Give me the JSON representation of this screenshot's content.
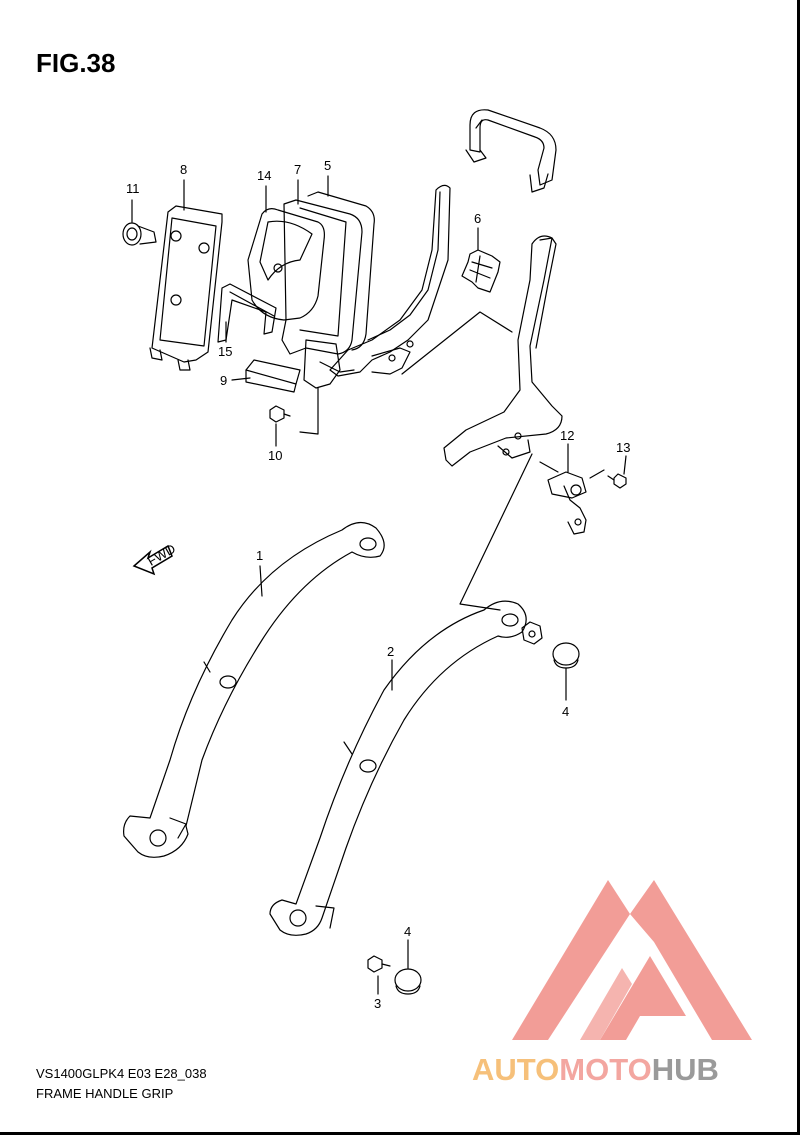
{
  "figure": {
    "title": "FIG.38",
    "code": "VS1400GLPK4 E03 E28_038",
    "name": "FRAME HANDLE GRIP"
  },
  "callouts": {
    "c1": "1",
    "c2": "2",
    "c3": "3",
    "c4a": "4",
    "c4b": "4",
    "c5": "5",
    "c6": "6",
    "c7": "7",
    "c8": "8",
    "c9": "9",
    "c10": "10",
    "c11": "11",
    "c12": "12",
    "c13": "13",
    "c14": "14",
    "c15": "15"
  },
  "fwd_arrow": {
    "label": "FWD"
  },
  "watermark": {
    "part1": "AUTO",
    "part2": "MOTO",
    "part3": "HUB",
    "colors": {
      "auto": "#f6c07a",
      "moto": "#f3a6a0",
      "hub": "#9a9a9a",
      "logo": "#f08c86"
    }
  }
}
